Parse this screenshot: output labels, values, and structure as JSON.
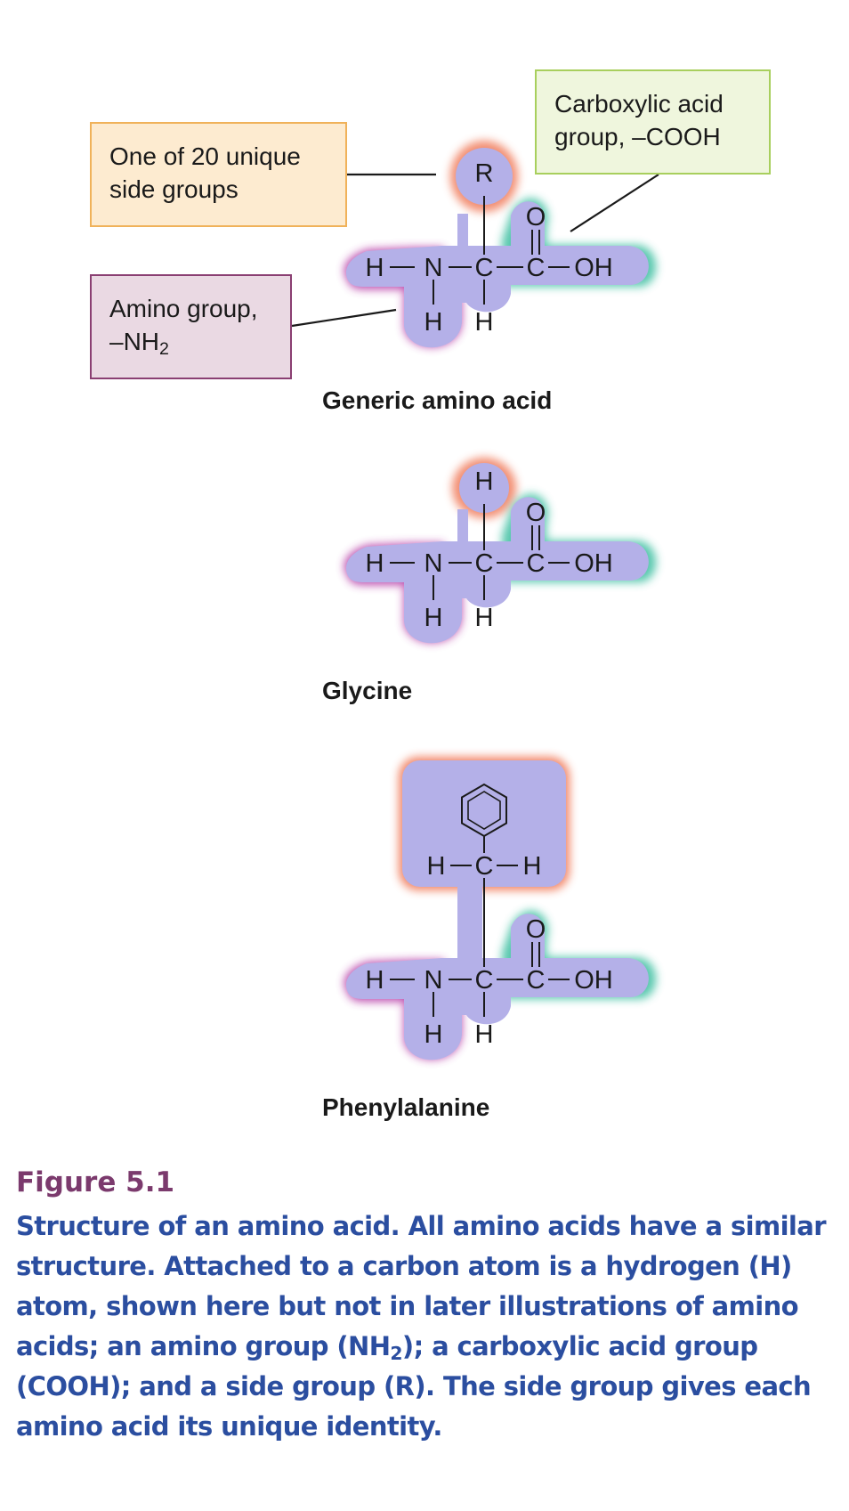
{
  "callouts": {
    "side_group": {
      "line1": "One of 20 unique",
      "line2": "side groups"
    },
    "carboxyl": {
      "line1": "Carboxylic acid",
      "line2": "group, –COOH"
    },
    "amino": {
      "line1": "Amino group,",
      "line2_prefix": "–NH",
      "line2_sub": "2"
    }
  },
  "atoms": {
    "h": "H",
    "n": "N",
    "c": "C",
    "o": "O",
    "oh": "OH",
    "r": "R"
  },
  "molecules": [
    {
      "name": "Generic amino acid",
      "side_group": "R"
    },
    {
      "name": "Glycine",
      "side_group": "H"
    },
    {
      "name": "Phenylalanine",
      "side_group": "CH2-phenyl"
    }
  ],
  "figure": {
    "number": "Figure 5.1",
    "caption_p1": "Structure of an amino acid. All amino acids have a similar structure. Attached to a carbon atom is a hydrogen (H) atom, shown here but not in later illustrations of amino acids; an amino group (NH",
    "caption_sub": "2",
    "caption_p2": "); a carboxylic acid group (COOH); and a side group (R). The side group gives each amino acid its unique identity."
  },
  "colors": {
    "backbone_fill": "#b4b0e8",
    "amino_glow": "#b63aa6",
    "carboxyl_glow": "#46c2a6",
    "side_glow": "#f07a5a",
    "caption_blue": "#2b4ea0",
    "figure_number_purple": "#7b3a6d"
  }
}
